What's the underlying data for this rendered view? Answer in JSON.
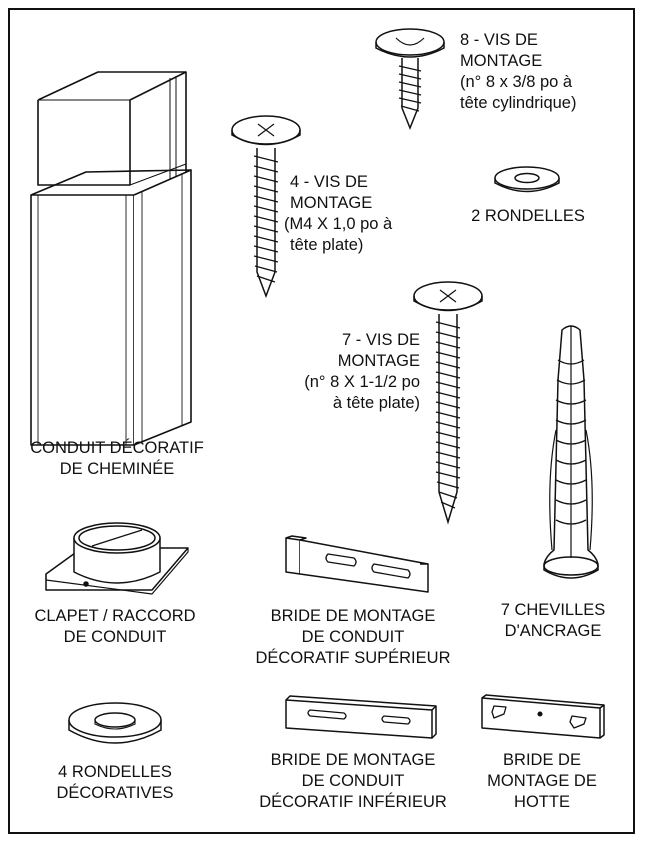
{
  "parts": {
    "chimney_duct": {
      "lines": [
        "CONDUIT DÉCORATIF",
        "DE CHEMINÉE"
      ]
    },
    "screws_8": {
      "lines": [
        "8 - VIS DE",
        "MONTAGE",
        "(n° 8 x 3/8 po à",
        "tête cylindrique)"
      ]
    },
    "screws_4": {
      "lines": [
        "4 - VIS DE",
        "MONTAGE",
        "(M4 X 1,0 po à",
        "tête plate)"
      ]
    },
    "washers_2": {
      "lines": [
        "2 RONDELLES"
      ]
    },
    "screws_7": {
      "lines": [
        "7 - VIS DE",
        "MONTAGE",
        "(n° 8 X 1-1/2 po",
        "à tête plate)"
      ]
    },
    "anchors": {
      "lines": [
        "7 CHEVILLES",
        "D'ANCRAGE"
      ]
    },
    "damper": {
      "lines": [
        "CLAPET / RACCORD",
        "DE CONDUIT"
      ]
    },
    "upper_bracket": {
      "lines": [
        "BRIDE DE MONTAGE",
        "DE CONDUIT",
        "DÉCORATIF SUPÉRIEUR"
      ]
    },
    "decor_washers": {
      "lines": [
        "4 RONDELLES",
        "DÉCORATIVES"
      ]
    },
    "lower_bracket": {
      "lines": [
        "BRIDE DE MONTAGE",
        "DE CONDUIT",
        "DÉCORATIF INFÉRIEUR"
      ]
    },
    "hood_bracket": {
      "lines": [
        "BRIDE DE",
        "MONTAGE DE",
        "HOTTE"
      ]
    }
  }
}
